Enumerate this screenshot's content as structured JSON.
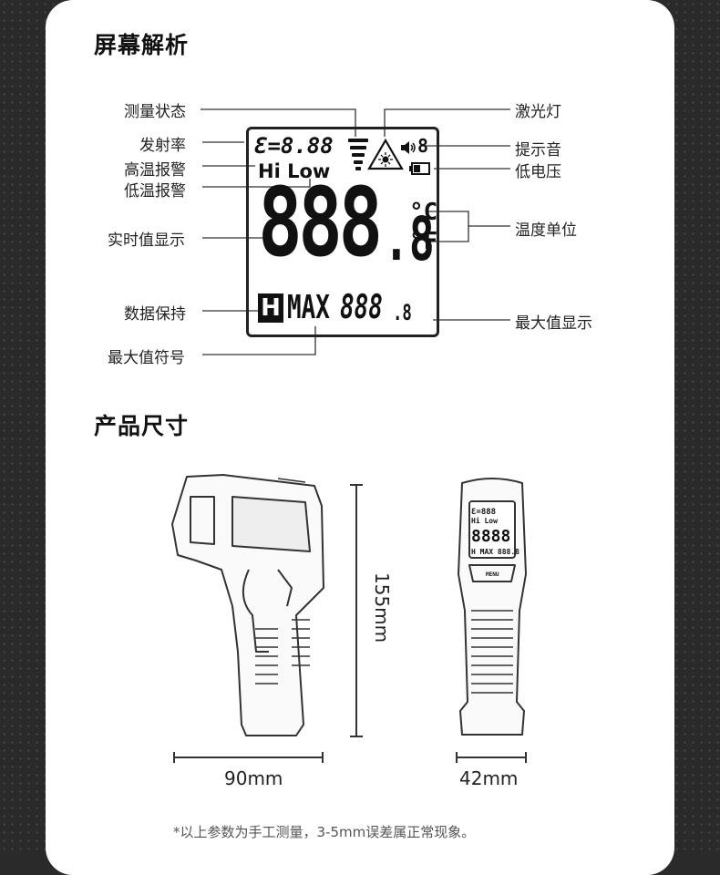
{
  "section1": {
    "title": "屏幕解析"
  },
  "callouts_left": {
    "measure_status": "测量状态",
    "emissivity": "发射率",
    "hi_alarm": "高温报警",
    "lo_alarm": "低温报警",
    "realtime": "实时值显示",
    "hold": "数据保持",
    "max_symbol": "最大值符号"
  },
  "callouts_right": {
    "laser": "激光灯",
    "prompt_sound": "提示音",
    "low_battery": "低电压",
    "temp_unit": "温度单位",
    "max_display": "最大值显示"
  },
  "lcd": {
    "emissivity": "Ɛ=8.88",
    "hi_low": "Hi Low",
    "main_digits": "888",
    "main_decimal": ".8",
    "unit_c": "°C",
    "unit_f": "°F",
    "hold_h": "H",
    "max_label": "MAX",
    "max_digits": "888",
    "max_decimal": ".8",
    "sound_digit": "8"
  },
  "section2": {
    "title": "产品尺寸"
  },
  "dimensions": {
    "height": "155mm",
    "length": "90mm",
    "width": "42mm"
  },
  "device_front_lcd": {
    "row1": "Ɛ=888",
    "row2": "Hi Low",
    "main": "8888",
    "bottom": "H MAX 888.8",
    "button_center": "MENU"
  },
  "footnote": "*以上参数为手工测量，3-5mm误差属正常现象。"
}
